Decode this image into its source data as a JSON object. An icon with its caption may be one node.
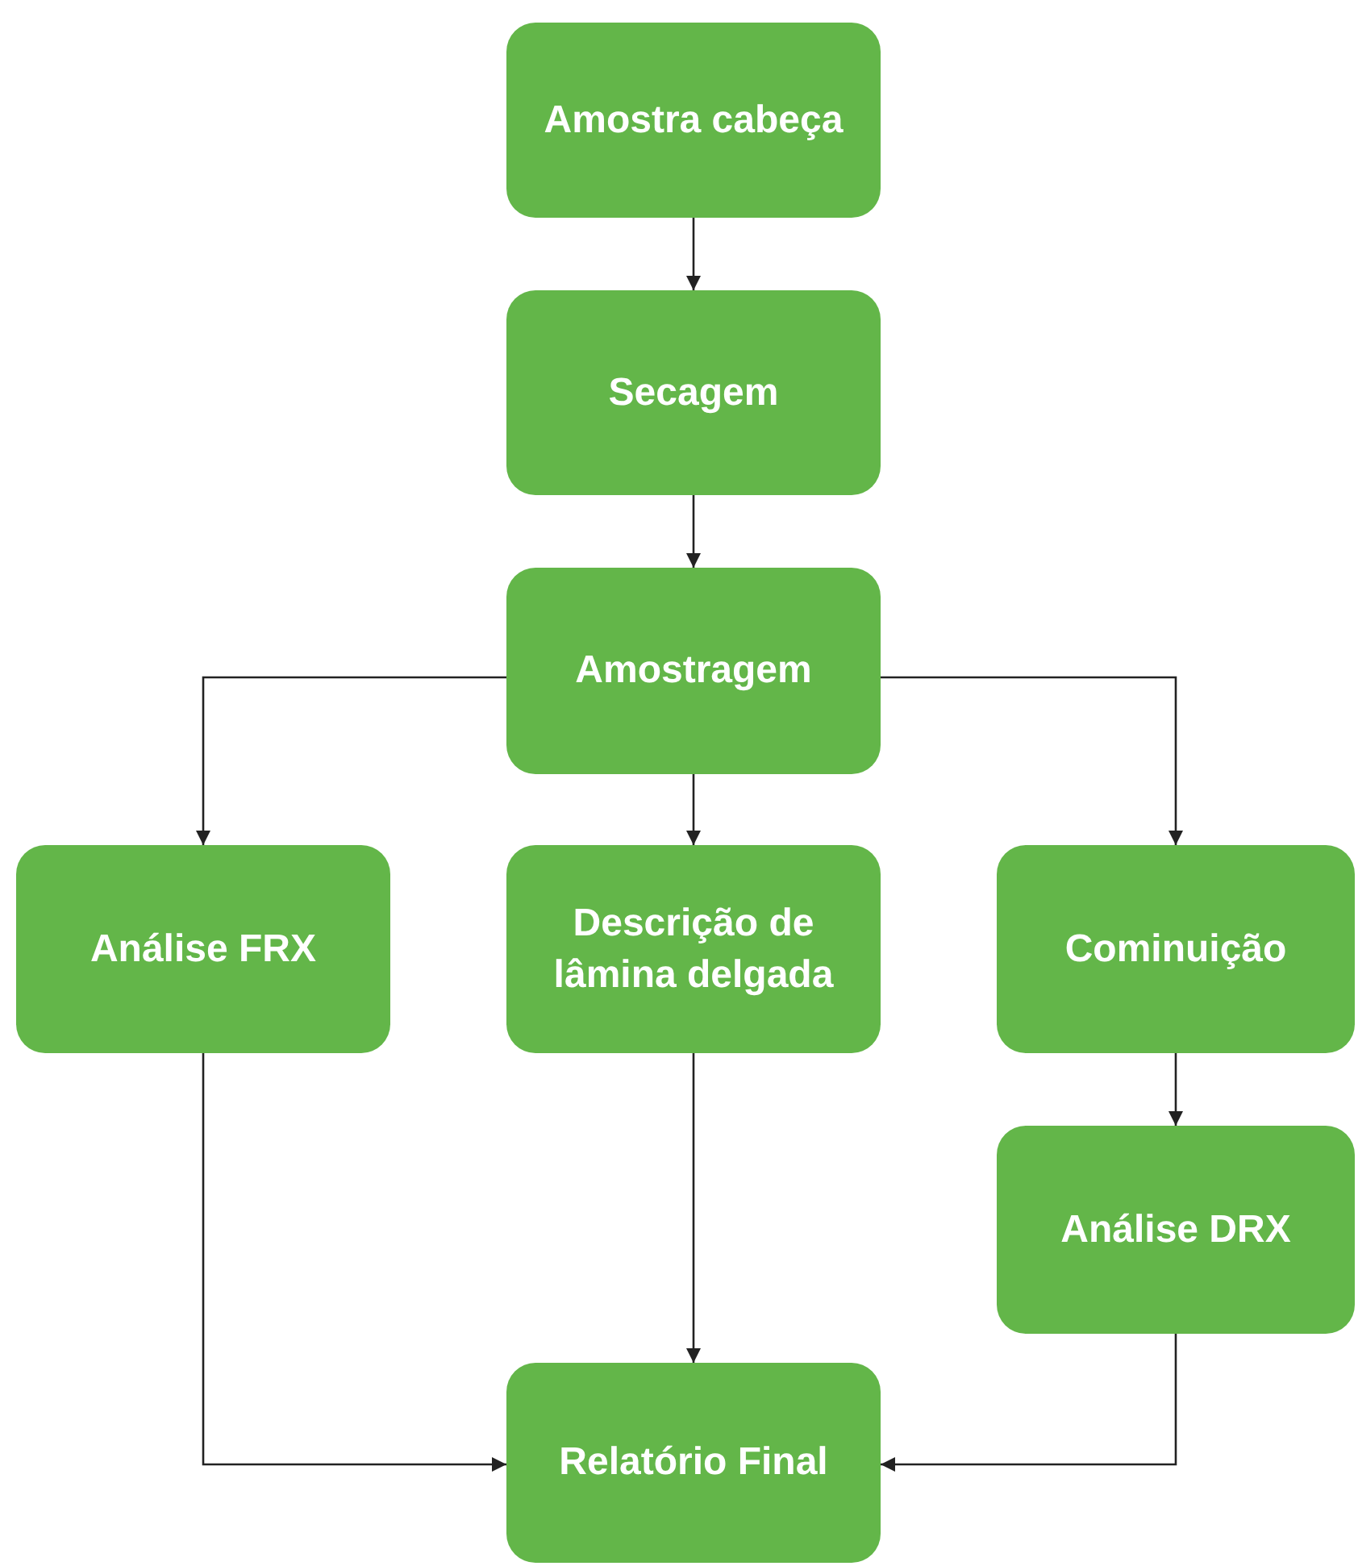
{
  "diagram": {
    "nodes": [
      {
        "text": [
          "Amostra cabeça"
        ]
      },
      {
        "text": [
          "Secagem"
        ]
      },
      {
        "text": [
          "Amostragem"
        ]
      },
      {
        "text": [
          "Análise FRX"
        ]
      },
      {
        "text": [
          "Descrição de lâmina delgada"
        ]
      },
      {
        "text": [
          "Cominuição"
        ]
      },
      {
        "text": [
          "Análise DRX"
        ]
      },
      {
        "text": [
          "Relatório Final"
        ]
      }
    ],
    "edges": [
      {
        "from": 0,
        "to": 1,
        "arrow": "to"
      },
      {
        "from": 1,
        "to": 2,
        "arrow": "to"
      },
      {
        "from": 2,
        "to": 3,
        "arrow": "to"
      },
      {
        "from": 2,
        "to": 4,
        "arrow": "to"
      },
      {
        "from": 2,
        "to": 5,
        "arrow": "to"
      },
      {
        "from": 5,
        "to": 6,
        "arrow": "to"
      },
      {
        "from": 4,
        "to": 7,
        "arrow": "to"
      },
      {
        "from": 3,
        "to": 7,
        "arrow": "to"
      },
      {
        "from": 6,
        "to": 7,
        "arrow": "to"
      }
    ]
  }
}
